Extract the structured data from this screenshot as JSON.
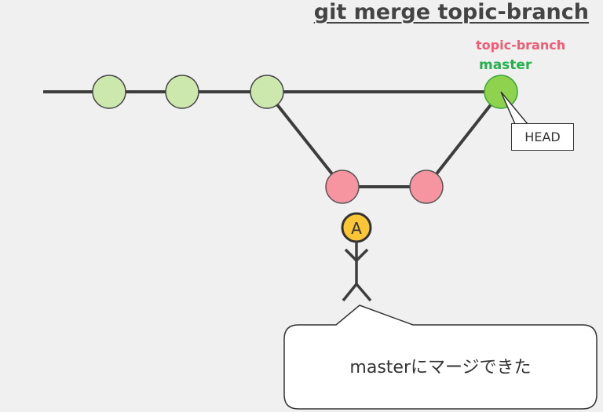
{
  "title": "git merge topic-branch",
  "branches": {
    "topic_branch_label": "topic-branch",
    "master_label": "master",
    "head_label": "HEAD"
  },
  "person": {
    "badge_letter": "A"
  },
  "speech_bubble": {
    "text": "masterにマージできた"
  },
  "colors": {
    "master_commit_fill": "#cde8ac",
    "merge_commit_fill": "#8ed24e",
    "topic_commit_fill": "#f6949f",
    "topic_label": "#ef5d74",
    "master_label": "#22b24c",
    "badge_fill": "#fbc536",
    "line": "#3d3d3d"
  },
  "icons": {
    "person": "stick-figure-icon"
  }
}
